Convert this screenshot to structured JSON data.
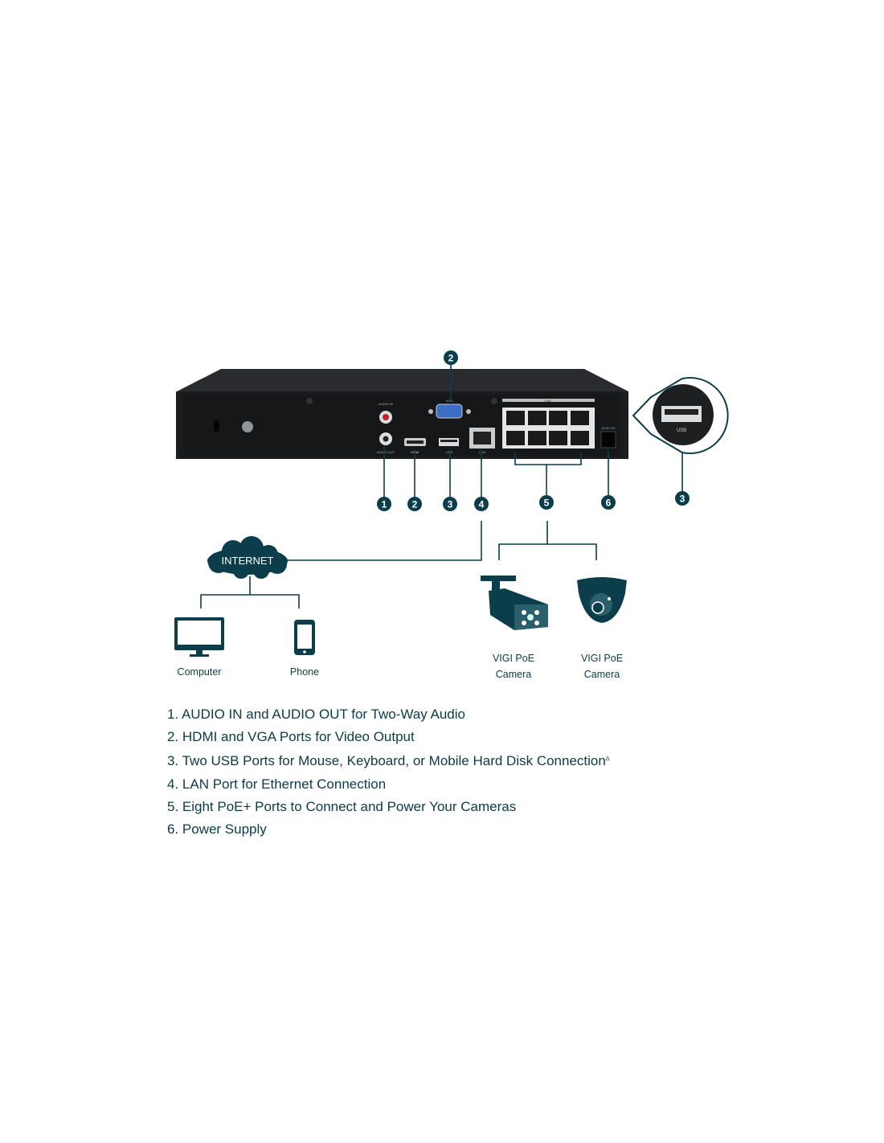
{
  "device": {
    "port_labels": {
      "audio_in": "AUDIO IN",
      "audio_out": "AUDIO OUT",
      "vga": "VGA",
      "hdmi": "HDMI",
      "usb": "USB",
      "lan": "LAN",
      "poe": "PoE",
      "dc": "53.5V DC",
      "usb_zoom": "USB"
    }
  },
  "callouts": [
    "1",
    "2",
    "3",
    "4",
    "5",
    "6"
  ],
  "network": {
    "cloud_label": "INTERNET",
    "clients": [
      {
        "label": "Computer",
        "icon": "monitor-icon"
      },
      {
        "label": "Phone",
        "icon": "phone-icon"
      }
    ],
    "cameras": [
      {
        "line1": "VIGI PoE",
        "line2": "Camera",
        "icon": "bullet-camera-icon"
      },
      {
        "line1": "VIGI PoE",
        "line2": "Camera",
        "icon": "dome-camera-icon"
      }
    ]
  },
  "features": [
    "1. AUDIO IN and AUDIO OUT for Two-Way Audio",
    "2. HDMI and VGA Ports for Video Output",
    "3. Two USB Ports for Mouse, Keyboard, or Mobile Hard Disk Connection",
    "4. LAN Port for Ethernet Connection",
    "5. Eight PoE+ Ports to Connect and Power Your Cameras",
    "6. Power Supply"
  ],
  "footnote_mark": "Δ",
  "colors": {
    "accent": "#0b3d4a",
    "device": "#1c1d1f",
    "text": "#0b3b45"
  }
}
